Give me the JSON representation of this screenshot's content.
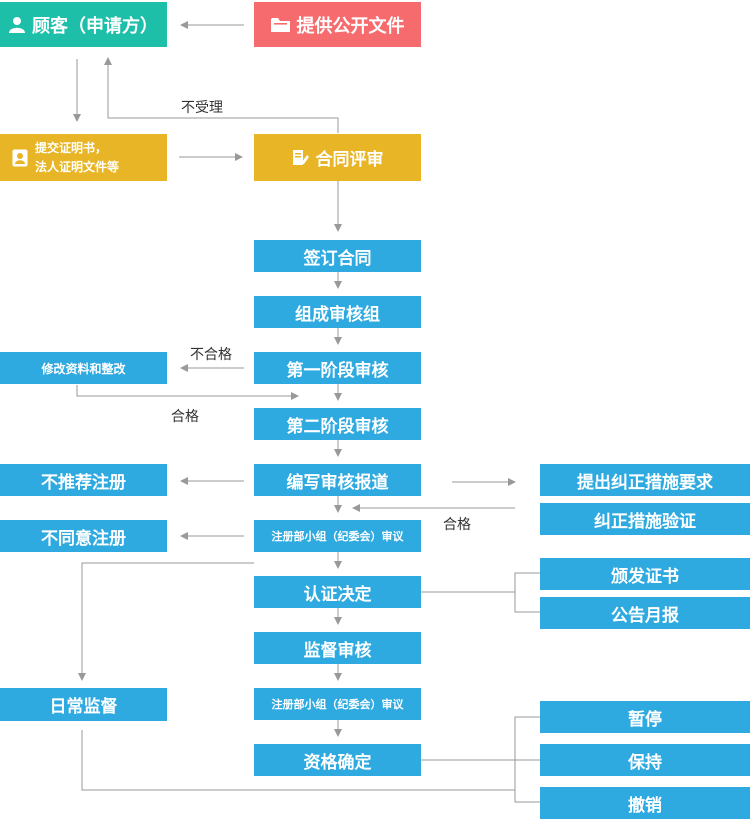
{
  "colors": {
    "blue": "#2eaae1",
    "teal": "#1dbfa8",
    "red": "#f56b6e",
    "gold": "#e8b526",
    "line": "#999999"
  },
  "icons": {
    "customer": "user-icon",
    "files": "folder-icon",
    "submit": "id-card-icon",
    "review": "document-edit-icon"
  },
  "nodes": {
    "customer": "顾客（申请方）",
    "provide_files": "提供公开文件",
    "submit_docs_line1": "提交证明书，",
    "submit_docs_line2": "法人证明文件等",
    "contract_review": "合同评审",
    "sign_contract": "签订合同",
    "form_team": "组成审核组",
    "stage1": "第一阶段审核",
    "modify": "修改资料和整改",
    "stage2": "第二阶段审核",
    "write_report": "编写审核报道",
    "not_recommend": "不推荐注册",
    "corrective_req": "提出纠正措施要求",
    "corrective_verify": "纠正措施验证",
    "review_group_1": "注册部小组（纪委会）审议",
    "disagree": "不同意注册",
    "cert_decision": "认证决定",
    "issue_cert": "颁发证书",
    "announce": "公告月报",
    "supervise_audit": "监督审核",
    "daily_supervision": "日常监督",
    "review_group_2": "注册部小组（纪委会）审议",
    "qualification": "资格确定",
    "suspend": "暂停",
    "maintain": "保持",
    "revoke": "撤销"
  },
  "edge_labels": {
    "not_accepted": "不受理",
    "unqualified": "不合格",
    "qualified_1": "合格",
    "qualified_2": "合格"
  }
}
